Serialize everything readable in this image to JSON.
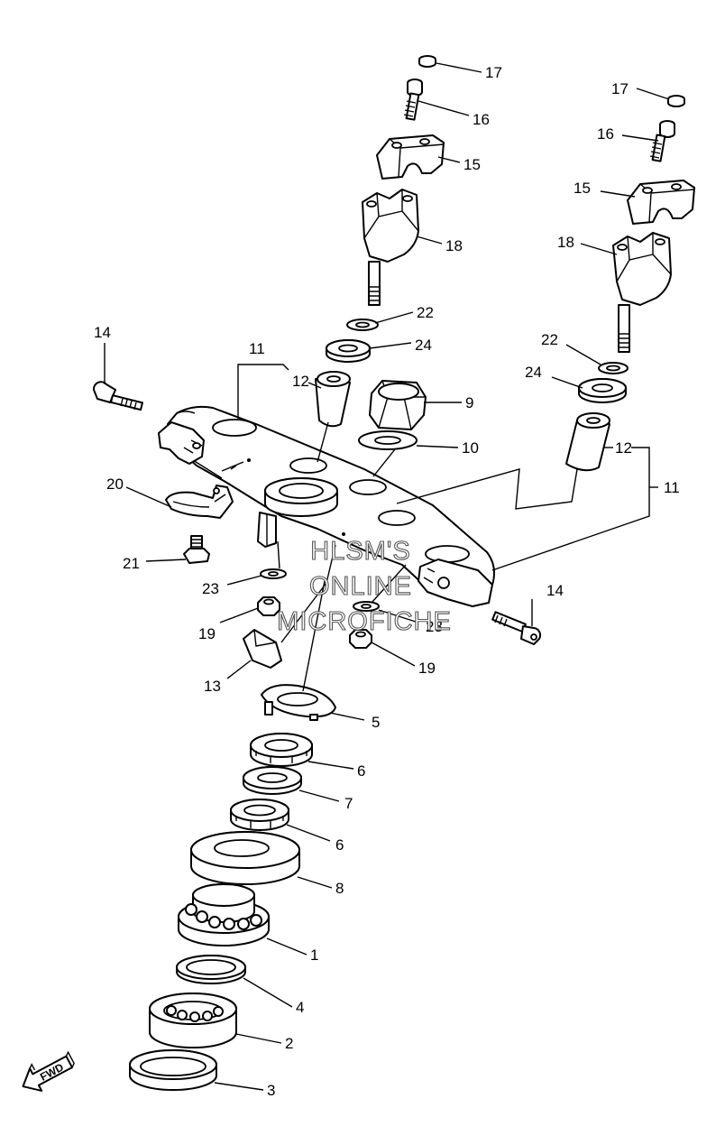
{
  "diagram": {
    "callouts": [
      {
        "id": "c17a",
        "text": "17"
      },
      {
        "id": "c16a",
        "text": "16"
      },
      {
        "id": "c15a",
        "text": "15"
      },
      {
        "id": "c18a",
        "text": "18"
      },
      {
        "id": "c22a",
        "text": "22"
      },
      {
        "id": "c24a",
        "text": "24"
      },
      {
        "id": "c17b",
        "text": "17"
      },
      {
        "id": "c16b",
        "text": "16"
      },
      {
        "id": "c15b",
        "text": "15"
      },
      {
        "id": "c18b",
        "text": "18"
      },
      {
        "id": "c22b",
        "text": "22"
      },
      {
        "id": "c24b",
        "text": "24"
      },
      {
        "id": "c14a",
        "text": "14"
      },
      {
        "id": "c11a",
        "text": "11"
      },
      {
        "id": "c12a",
        "text": "12"
      },
      {
        "id": "c9",
        "text": "9"
      },
      {
        "id": "c10",
        "text": "10"
      },
      {
        "id": "c12b",
        "text": "12"
      },
      {
        "id": "c11b",
        "text": "11"
      },
      {
        "id": "c20",
        "text": "20"
      },
      {
        "id": "c21",
        "text": "21"
      },
      {
        "id": "c23a",
        "text": "23"
      },
      {
        "id": "c23b",
        "text": "23"
      },
      {
        "id": "c19a",
        "text": "19"
      },
      {
        "id": "c19b",
        "text": "19"
      },
      {
        "id": "c14b",
        "text": "14"
      },
      {
        "id": "c13",
        "text": "13"
      },
      {
        "id": "c5",
        "text": "5"
      },
      {
        "id": "c6a",
        "text": "6"
      },
      {
        "id": "c7",
        "text": "7"
      },
      {
        "id": "c6b",
        "text": "6"
      },
      {
        "id": "c8",
        "text": "8"
      },
      {
        "id": "c1",
        "text": "1"
      },
      {
        "id": "c4",
        "text": "4"
      },
      {
        "id": "c2",
        "text": "2"
      },
      {
        "id": "c3",
        "text": "3"
      }
    ],
    "watermark": [
      "HLSM'S",
      "ONLINE",
      "MICROFICHE"
    ],
    "fwd_label": "FWD"
  }
}
